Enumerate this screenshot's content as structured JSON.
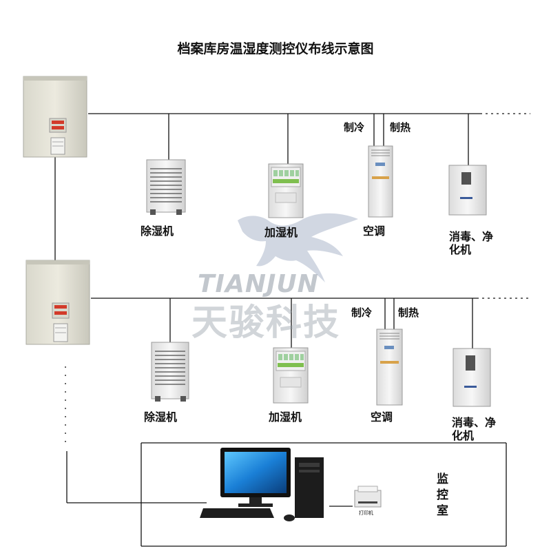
{
  "title": "档案库房温湿度测控仪布线示意图",
  "watermark": {
    "en": "TIANJUN",
    "cn": "天骏科技"
  },
  "rows": [
    {
      "dehumidifier": "除湿机",
      "humidifier": "加湿机",
      "ac": "空调",
      "cooling": "制冷",
      "heating": "制热",
      "purifier_line1": "消毒、净",
      "purifier_line2": "化机"
    },
    {
      "dehumidifier": "除湿机",
      "humidifier": "加湿机",
      "ac": "空调",
      "cooling": "制冷",
      "heating": "制热",
      "purifier_line1": "消毒、净",
      "purifier_line2": "化机"
    }
  ],
  "monitor_room": "监控室",
  "printer_caption": "打印机",
  "colors": {
    "line": "#111111",
    "device_body": "#e7e6dc",
    "led": "#d23a2a"
  }
}
